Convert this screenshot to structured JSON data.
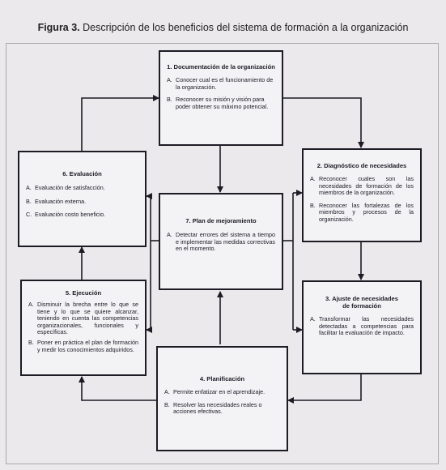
{
  "title": {
    "label": "Figura 3.",
    "text": "Descripción de los beneficios del sistema de formación a la organización"
  },
  "boxes": [
    {
      "title": "1. Documentación de la organización",
      "items": [
        {
          "letter": "A.",
          "text": "Conocer cual es el funcionamiento de la organización."
        },
        {
          "letter": "B.",
          "text": "Reconocer su misión y visión para poder obtener su máximo potencial."
        }
      ]
    },
    {
      "title": "2. Diagnóstico de necesidades",
      "items": [
        {
          "letter": "A.",
          "text": "Reconocer cuales son las necesidades de formación de los miembros de la organización."
        },
        {
          "letter": "B.",
          "text": "Reconocer las fortalezas de los miembros y procesos de la organización."
        }
      ]
    },
    {
      "title": "3. Ajuste de necesidades de formación",
      "items": [
        {
          "letter": "A.",
          "text": "Transformar las necesidades detectadas a competencias para facilitar la evaluación de impacto."
        }
      ]
    },
    {
      "title": "4. Planificación",
      "items": [
        {
          "letter": "A.",
          "text": "Permite enfatizar en el aprendizaje."
        },
        {
          "letter": "B.",
          "text": "Resolver las necesidades reales o acciones efectivas."
        }
      ]
    },
    {
      "title": "5. Ejecución",
      "items": [
        {
          "letter": "A.",
          "text": "Disminuir la brecha entre lo que se tiene y lo que se quiere alcanzar, teniendo en cuenta las competencias organizacionales, funcionales y específicas."
        },
        {
          "letter": "B.",
          "text": "Poner en práctica el plan de formación y medir los conocimientos adquiridos."
        }
      ]
    },
    {
      "title": "6. Evaluación",
      "items": [
        {
          "letter": "A.",
          "text": "Evaluación de satisfacción."
        },
        {
          "letter": "B.",
          "text": "Evaluación externa."
        },
        {
          "letter": "C.",
          "text": "Evaluación costo beneficio."
        }
      ]
    },
    {
      "title": "7. Plan de mejoramiento",
      "items": [
        {
          "letter": "A.",
          "text": "Detectar errores del sistema a tiempo e implementar las medidas correctivas en el momento."
        }
      ]
    }
  ]
}
